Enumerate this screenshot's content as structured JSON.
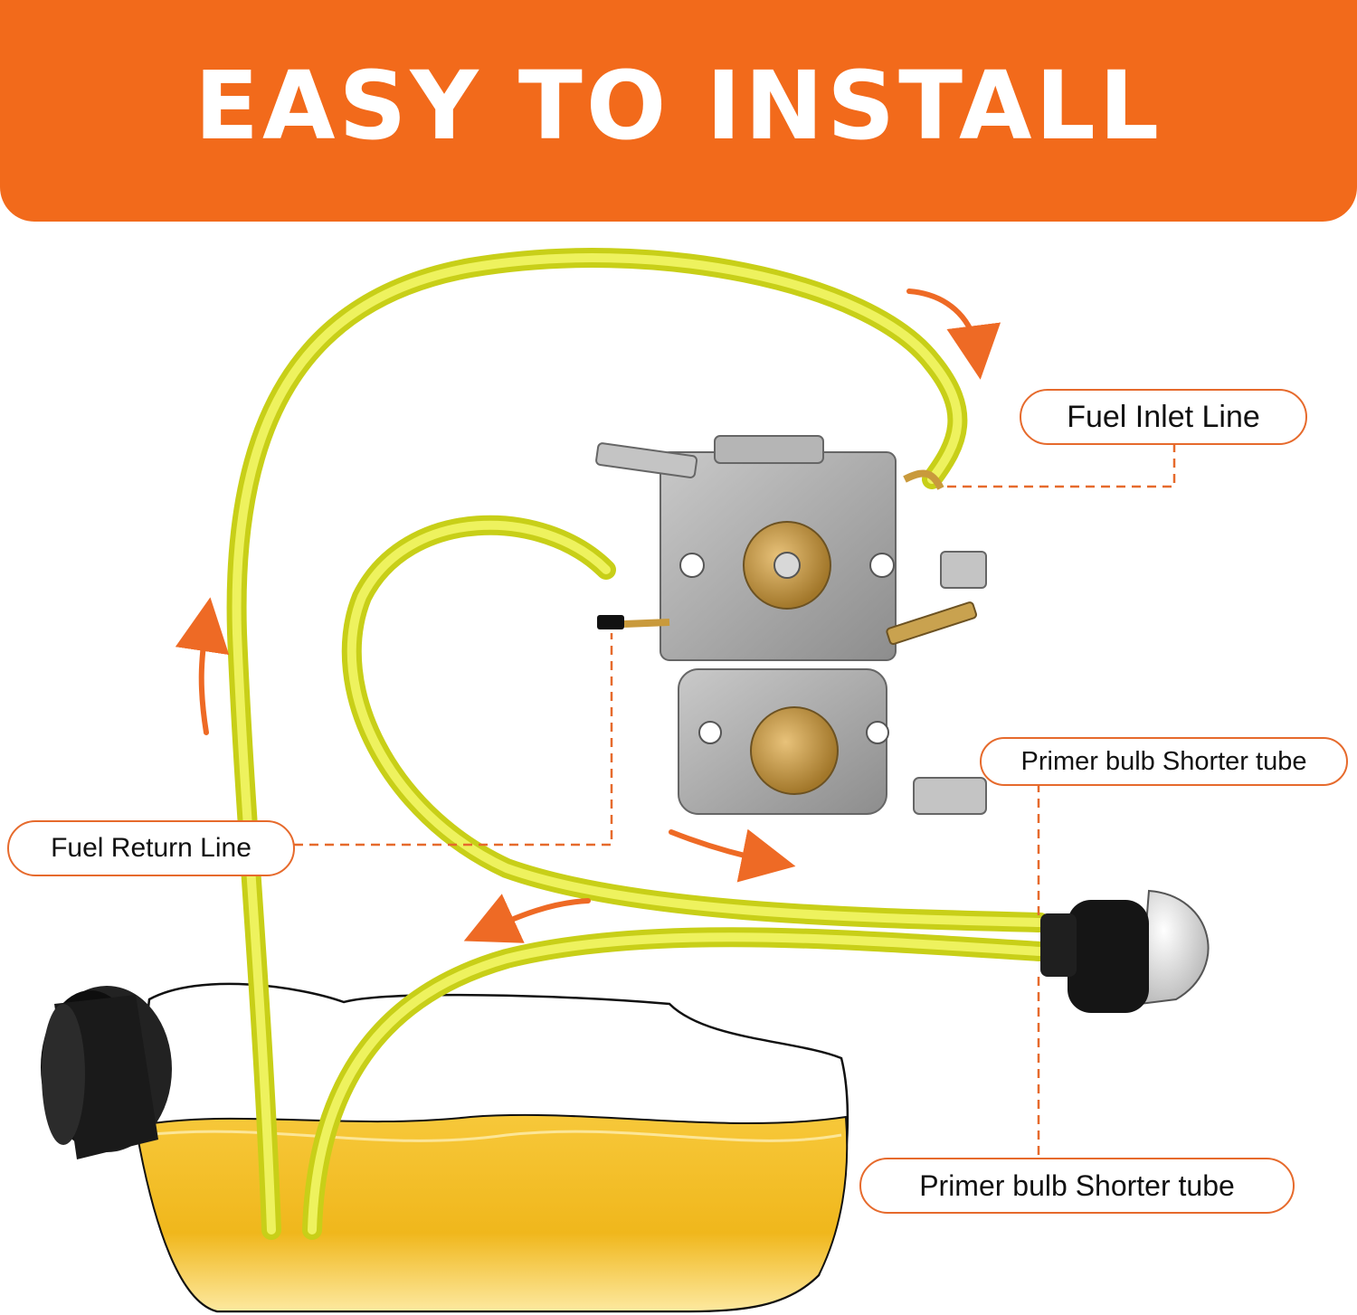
{
  "banner": {
    "title": "EASY TO INSTALL"
  },
  "callouts": {
    "fuel_inlet": "Fuel Inlet Line",
    "primer_upper": "Primer bulb Shorter tube",
    "fuel_return": "Fuel Return Line",
    "primer_lower": "Primer bulb Shorter tube"
  },
  "colors": {
    "banner": "#f26a1b",
    "arrow": "#ee6a25",
    "callout_border": "#e66a2c",
    "tube": "#dfe62a",
    "fuel": "#f3b81d",
    "metal": "#a8a8a8",
    "brass": "#c99a3c",
    "cap": "#1a1a1a"
  },
  "icons": {
    "flow_arrow": "curved-arrow-icon",
    "cap": "tank-cap",
    "bulb": "primer-bulb"
  }
}
